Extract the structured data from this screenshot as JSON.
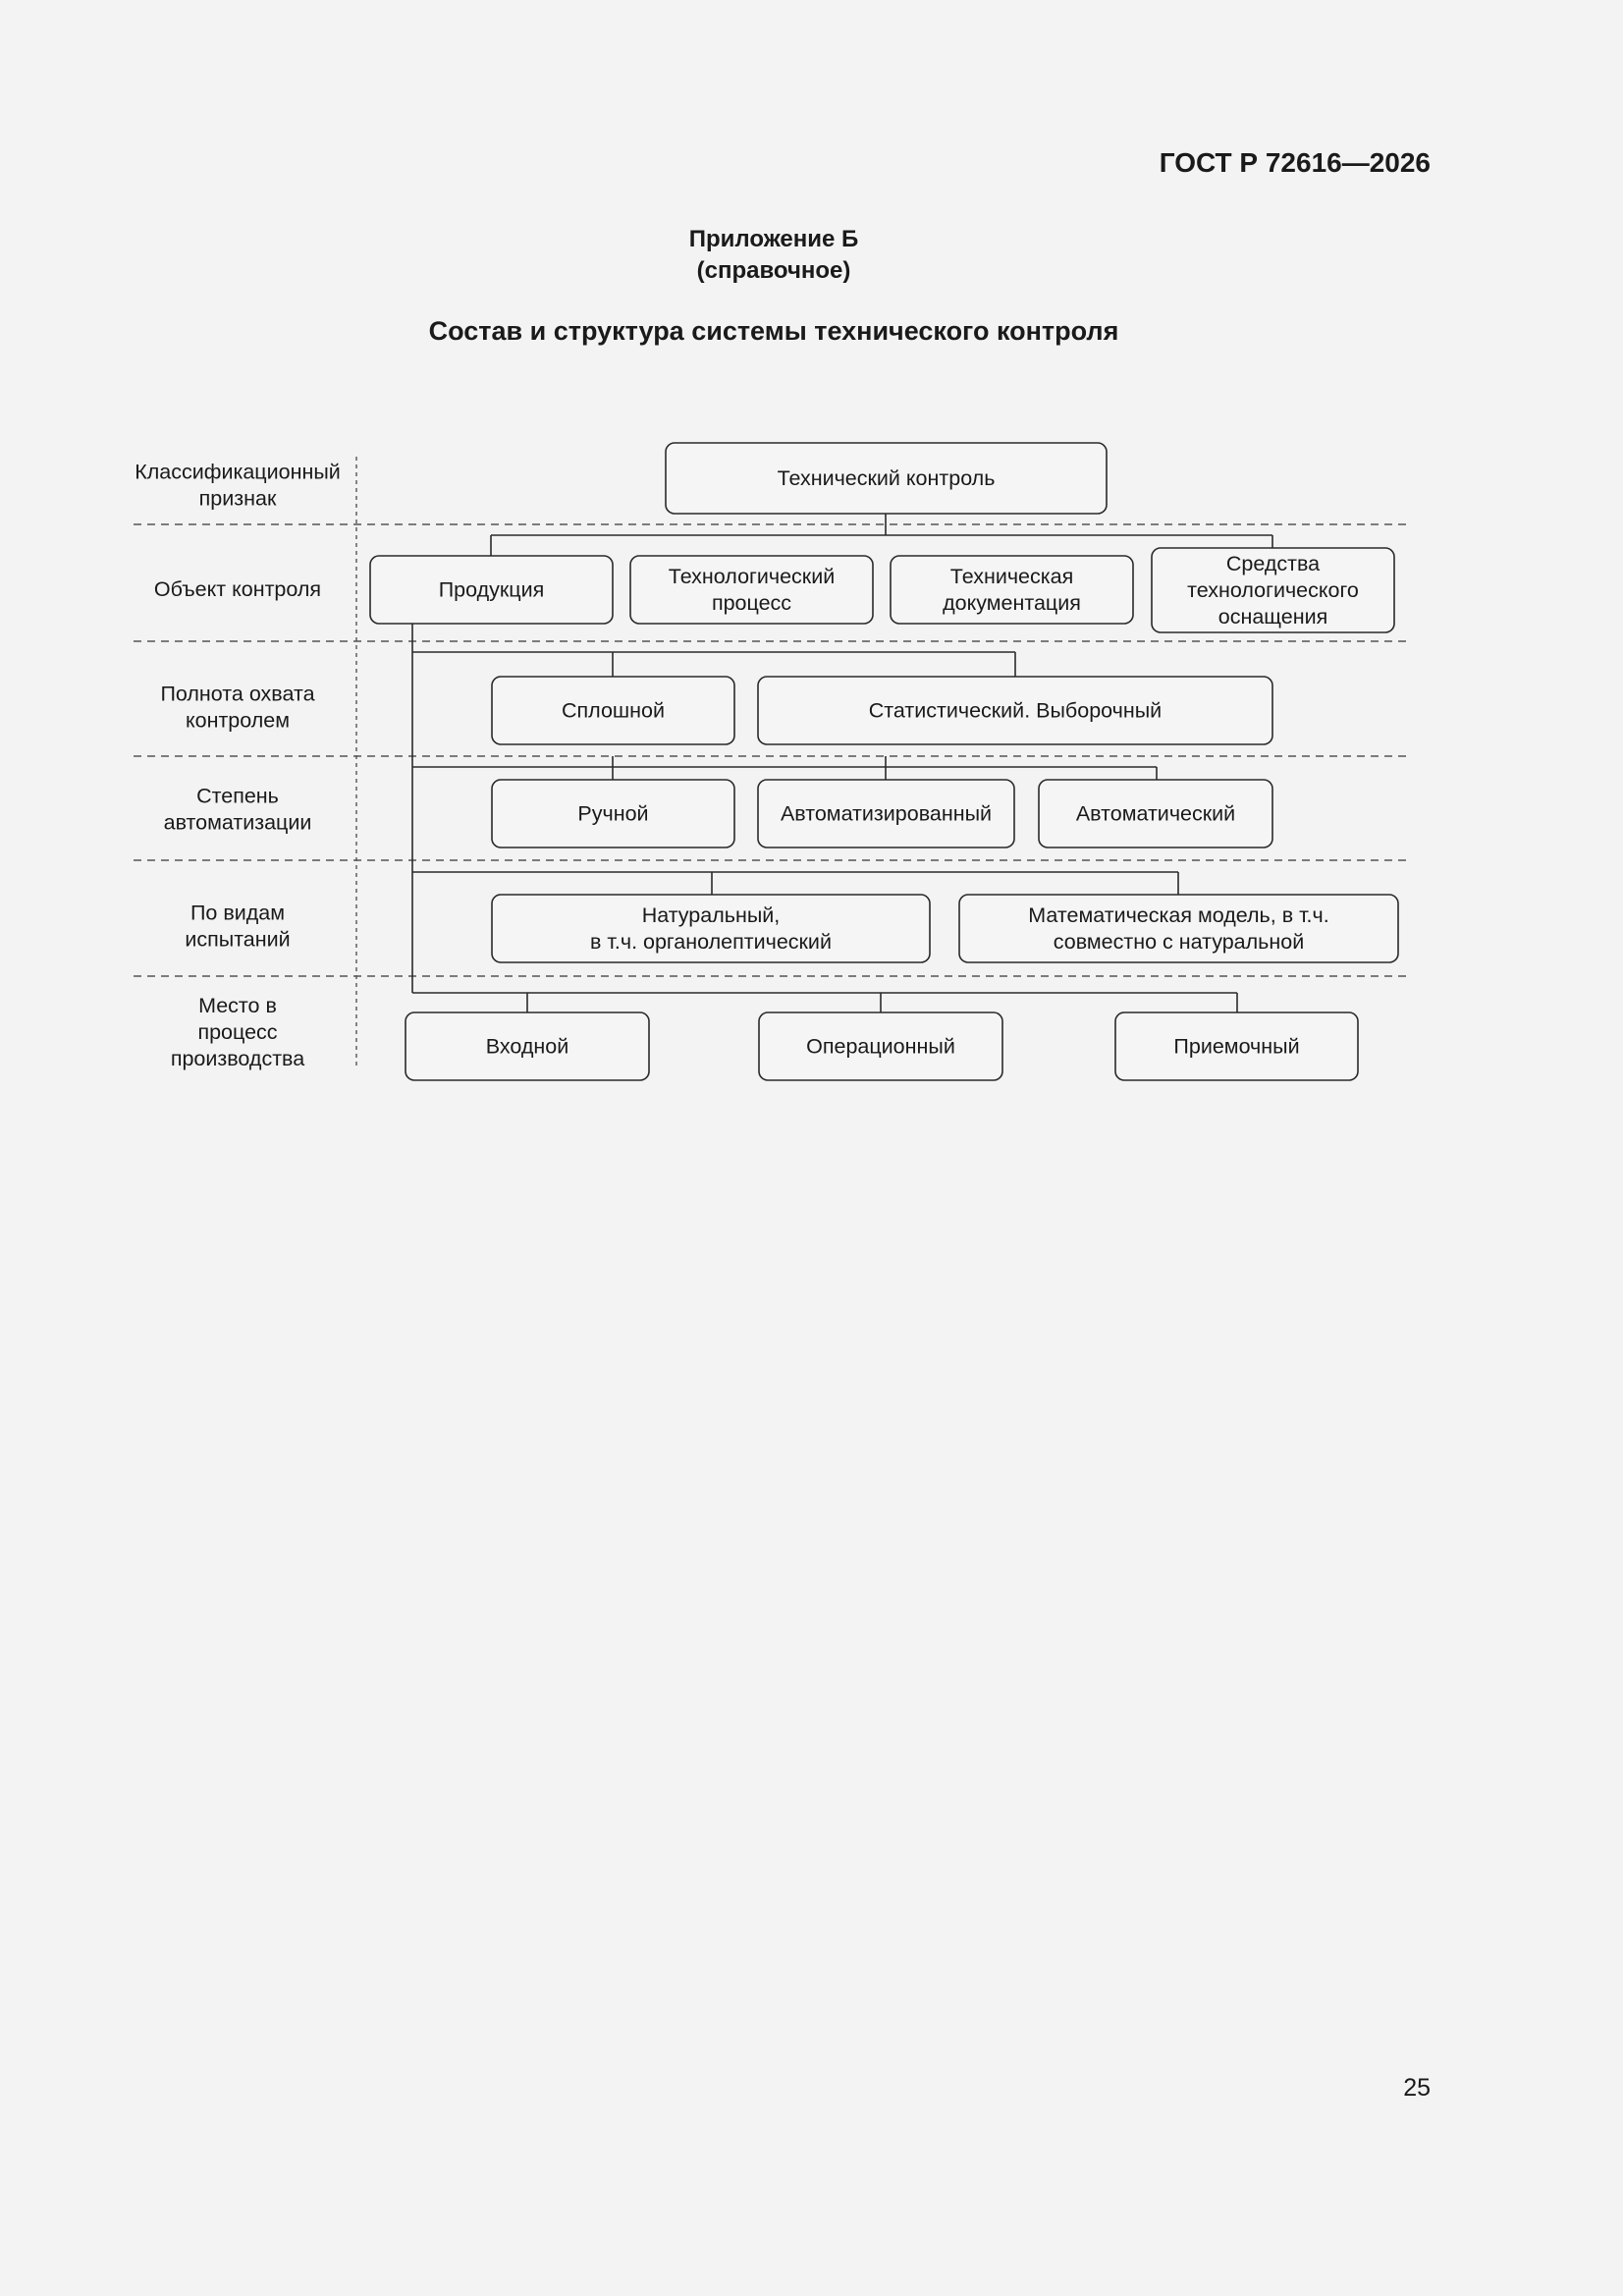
{
  "header": {
    "doc_code": "ГОСТ Р 72616—2026"
  },
  "appendix": {
    "line1": "Приложение Б",
    "line2": "(справочное)"
  },
  "title": "Состав и структура системы технического контроля",
  "page_number": "25",
  "diagram": {
    "rows": [
      {
        "label": [
          "Классификационный",
          "признак"
        ],
        "nodes": [
          {
            "lines": [
              "Технический контроль"
            ]
          }
        ]
      },
      {
        "label": [
          "Объект контроля"
        ],
        "nodes": [
          {
            "lines": [
              "Продукция"
            ]
          },
          {
            "lines": [
              "Технологический",
              "процесс"
            ]
          },
          {
            "lines": [
              "Техническая",
              "документация"
            ]
          },
          {
            "lines": [
              "Средства",
              "технологического",
              "оснащения"
            ]
          }
        ]
      },
      {
        "label": [
          "Полнота охвата",
          "контролем"
        ],
        "nodes": [
          {
            "lines": [
              "Сплошной"
            ]
          },
          {
            "lines": [
              "Статистический. Выборочный"
            ]
          }
        ]
      },
      {
        "label": [
          "Степень",
          "автоматизации"
        ],
        "nodes": [
          {
            "lines": [
              "Ручной"
            ]
          },
          {
            "lines": [
              "Автоматизированный"
            ]
          },
          {
            "lines": [
              "Автоматический"
            ]
          }
        ]
      },
      {
        "label": [
          "По видам",
          "испытаний"
        ],
        "nodes": [
          {
            "lines": [
              "Натуральный,",
              "в т.ч. органолептический"
            ]
          },
          {
            "lines": [
              "Математическая модель, в т.ч.",
              "совместно с натуральной"
            ]
          }
        ]
      },
      {
        "label": [
          "Место в",
          "процесс",
          "производства"
        ],
        "nodes": [
          {
            "lines": [
              "Входной"
            ]
          },
          {
            "lines": [
              "Операционный"
            ]
          },
          {
            "lines": [
              "Приемочный"
            ]
          }
        ]
      }
    ]
  }
}
